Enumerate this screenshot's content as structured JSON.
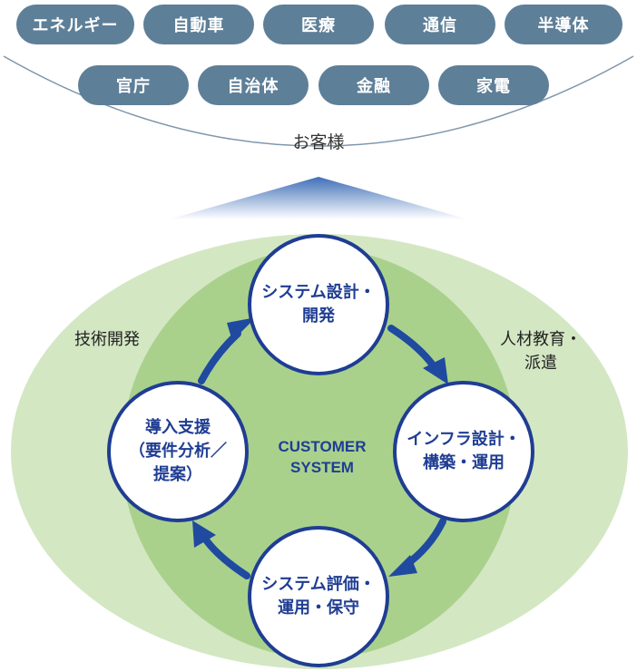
{
  "customers": {
    "row1": [
      "エネルギー",
      "自動車",
      "医療",
      "通信",
      "半導体"
    ],
    "row2": [
      "官庁",
      "自治体",
      "金融",
      "家電"
    ],
    "label": "お客様"
  },
  "outer_labels": {
    "left": "技術開発",
    "right": [
      "人材教育・",
      "派遣"
    ]
  },
  "center": [
    "CUSTOMER",
    "SYSTEM"
  ],
  "cycle": {
    "top": [
      "システム設計・",
      "開発"
    ],
    "right": [
      "インフラ設計・",
      "構築・運用"
    ],
    "bottom": [
      "システム評価・",
      "運用・保守"
    ],
    "left": [
      "導入支援",
      "（要件分析／",
      "提案）"
    ]
  },
  "colors": {
    "pill": "#5e7f98",
    "node_border": "#1f3d93",
    "arrow": "#1f4aa0",
    "outer_ring": "#d3e7c3",
    "inner_ring": "#a9d18c",
    "funnel_arrow": "#4f7ec0"
  }
}
